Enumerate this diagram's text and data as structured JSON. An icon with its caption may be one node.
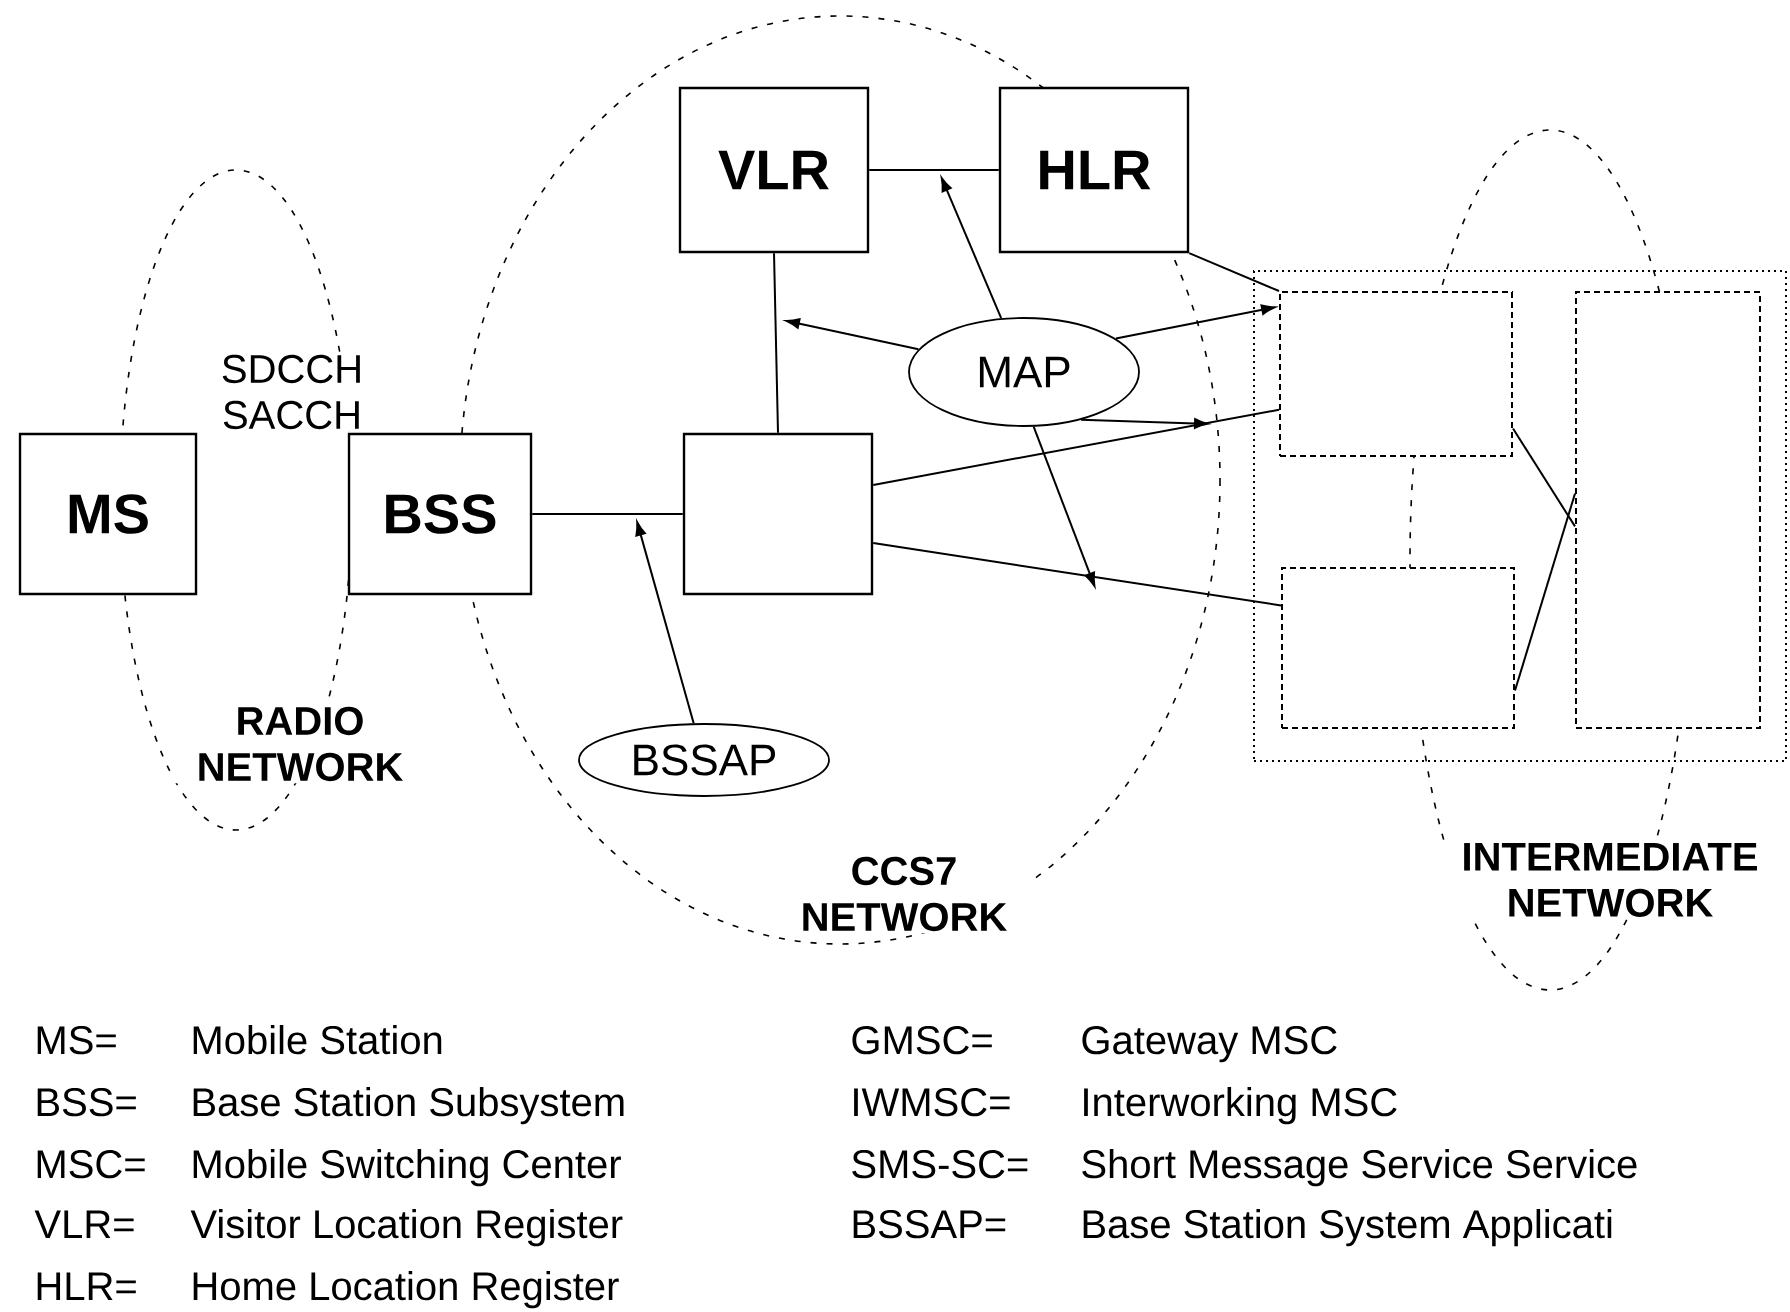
{
  "diagram": {
    "nodes": [
      {
        "text": [
          "MS"
        ]
      },
      {
        "text": [
          "BSS"
        ]
      },
      {
        "text": [
          "VLR"
        ]
      },
      {
        "text": [
          "HLR"
        ]
      },
      {
        "text": [],
        "shape": "box"
      },
      {
        "text": [
          "MAP"
        ]
      },
      {
        "text": [
          "BSSAP"
        ]
      },
      {
        "text": [],
        "shape": "box"
      },
      {
        "text": [],
        "shape": "box",
        "in": 7
      },
      {
        "text": [],
        "shape": "box",
        "in": 7
      },
      {
        "text": [],
        "shape": "box",
        "in": 7
      }
    ],
    "edges": [
      {
        "from": 1,
        "to": 4,
        "arrow": "none"
      },
      {
        "from": 6,
        "to": null,
        "arrow": "to"
      },
      {
        "from": 4,
        "to": 2,
        "arrow": "none"
      },
      {
        "from": 2,
        "to": 3,
        "arrow": "none"
      },
      {
        "from": 5,
        "to": null,
        "arrow": "to"
      },
      {
        "from": 5,
        "to": null,
        "arrow": "to"
      },
      {
        "from": 5,
        "to": 8,
        "arrow": "to"
      },
      {
        "from": 5,
        "to": null,
        "arrow": "to"
      },
      {
        "from": 5,
        "to": null,
        "arrow": "to"
      },
      {
        "from": 4,
        "to": 8,
        "arrow": "none"
      },
      {
        "from": 4,
        "to": 9,
        "arrow": "none"
      },
      {
        "from": 3,
        "to": 8,
        "arrow": "none"
      },
      {
        "from": 8,
        "to": 10,
        "arrow": "none"
      },
      {
        "from": 9,
        "to": 10,
        "arrow": "none"
      }
    ],
    "labels": [
      "SDCCH SACCH",
      "RADIO NETWORK",
      "CCS7 NETWORK",
      "INTERMEDIATE NETWORK",
      "MS=",
      "Mobile Station",
      "GMSC=",
      "Gateway MSC",
      "BSS=",
      "Base Station Subsystem",
      "IWMSC=",
      "Interworking  MSC",
      "MSC=",
      "Mobile Switching Center",
      "SMS-SC=",
      "Short Message Service Service",
      "VLR=",
      "Visitor Location Register",
      "BSSAP=",
      "Base Station System Applicati",
      "HLR=",
      "Home Location Register"
    ]
  }
}
